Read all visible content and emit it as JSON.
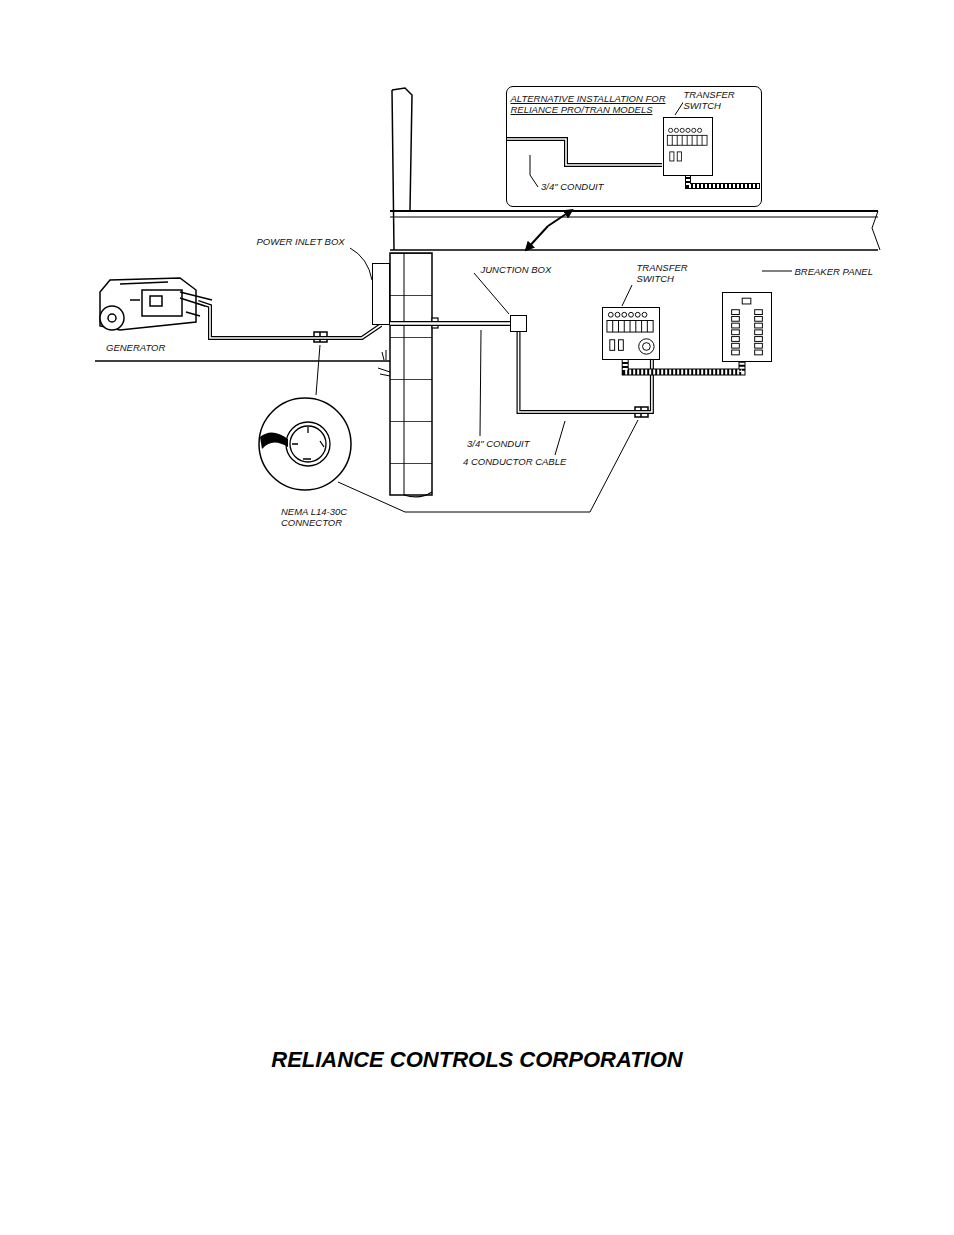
{
  "diagram": {
    "caption": "RELIANCE CONTROLS CORPORATION",
    "nodes": [
      {
        "text": [
          "ALTERNATIVE INSTALLATION FOR RELIANCE PRO/TRAN MODELS"
        ]
      },
      {
        "text": [
          "TRANSFER SWITCH"
        ],
        "in": 0
      },
      {
        "text": [
          "POWER INLET BOX"
        ]
      },
      {
        "text": [
          "GENERATOR"
        ]
      },
      {
        "text": [
          "JUNCTION BOX"
        ]
      },
      {
        "text": [
          "TRANSFER SWITCH"
        ]
      },
      {
        "text": [
          "BREAKER PANEL"
        ]
      },
      {
        "text": [
          "NEMA L14-30C CONNECTOR"
        ]
      }
    ],
    "edges": [
      {
        "from": 3,
        "to": 2,
        "arrow": "none"
      },
      {
        "from": 2,
        "to": 4,
        "arrow": "none"
      },
      {
        "from": 4,
        "to": 5,
        "arrow": "none"
      },
      {
        "from": 5,
        "to": 6,
        "arrow": "none"
      }
    ],
    "labels": [
      "3/4\" CONDUIT",
      "3/4\" CONDUIT",
      "4 CONDUCTOR CABLE"
    ]
  }
}
